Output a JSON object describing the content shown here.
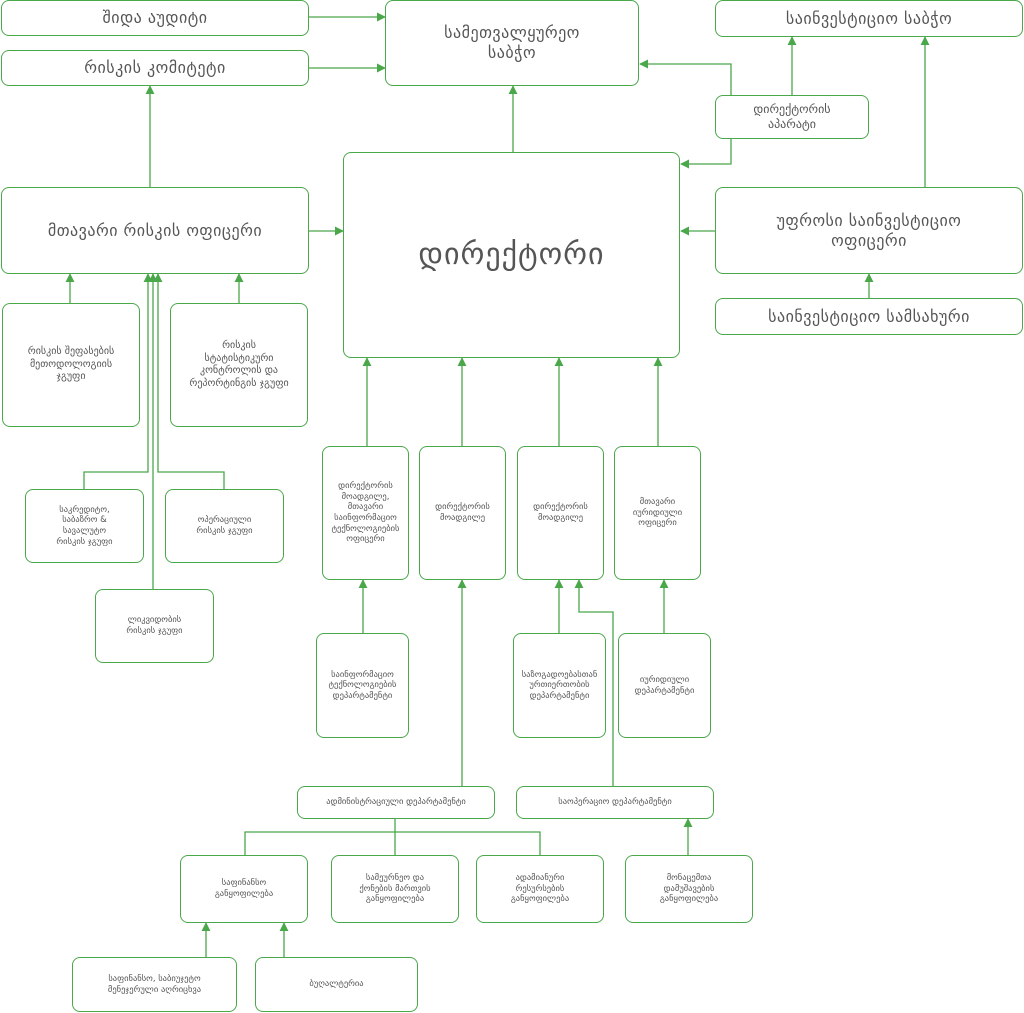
{
  "colors": {
    "line": "#4aa84a",
    "text": "#555555",
    "background": "#ffffff"
  },
  "boxes": {
    "internal_audit": "შიდა აუდიტი",
    "risk_committee": "რისკის კომიტეტი",
    "supervisory_board": "სამეთვალყურეო\nსაბჭო",
    "investment_board": "საინვესტიციო საბჭო",
    "director_office": "დირექტორის\nაპარატი",
    "chief_risk_officer": "მთავარი რისკის ოფიცერი",
    "director": "დირექტორი",
    "senior_investment_officer": "უფროსი საინვესტიციო\nოფიცერი",
    "investment_service": "საინვესტიციო სამსახური",
    "risk_methodology_group": "რისკის შეფასების\nმეთოდოლოგიის\nჯგუფი",
    "risk_statistics_group": "რისკის\nსტატისტიკური\nკონტროლის და\nრეპორტინგის ჯგუფი",
    "credit_market_risk_group": "საკრედიტო,\nსაბაზრო &\nსავალუტო\nრისკის ჯგუფი",
    "operational_risk_group": "ოპერაციული\nრისკის ჯგუფი",
    "liquidity_risk_group": "ლიკვიდობის\nრისკის ჯგუფი",
    "deputy_director_cio": "დირექტორის\nმოადგილე,\nმთავარი\nსაინფორმაციო\nტექნოლოგიების\nოფიცერი",
    "deputy_director_1": "დირექტორის\nმოადგილე",
    "deputy_director_2": "დირექტორის\nმოადგილე",
    "chief_legal_officer": "მთავარი\nიურიდიული\nოფიცერი",
    "it_department": "საინფორმაციო\nტექნოლოგიების\nდეპარტამენტი",
    "public_relations_department": "საზოგადოებასთან\nურთიერთობის\nდეპარტამენტი",
    "legal_department": "იურიდიული\nდეპარტამენტი",
    "administrative_department": "ადმინისტრაციული დეპარტამენტი",
    "operations_department": "საოპერაციო დეპარტამენტი",
    "finance_division": "საფინანსო\nგანყოფილება",
    "procurement_division": "სამეურნეო და\nქონების მართვის\nგანყოფილება",
    "hr_division": "ადამიანური\nრესურსების\nგანყოფილება",
    "data_processing_division": "მონაცემთა\nდამუშავების\nგანყოფილება",
    "financial_reporting": "საფინანსო, საბიუჯეტო\nმენეჯერული აღრიცხვა",
    "accounting": "ბუღალტერია"
  }
}
